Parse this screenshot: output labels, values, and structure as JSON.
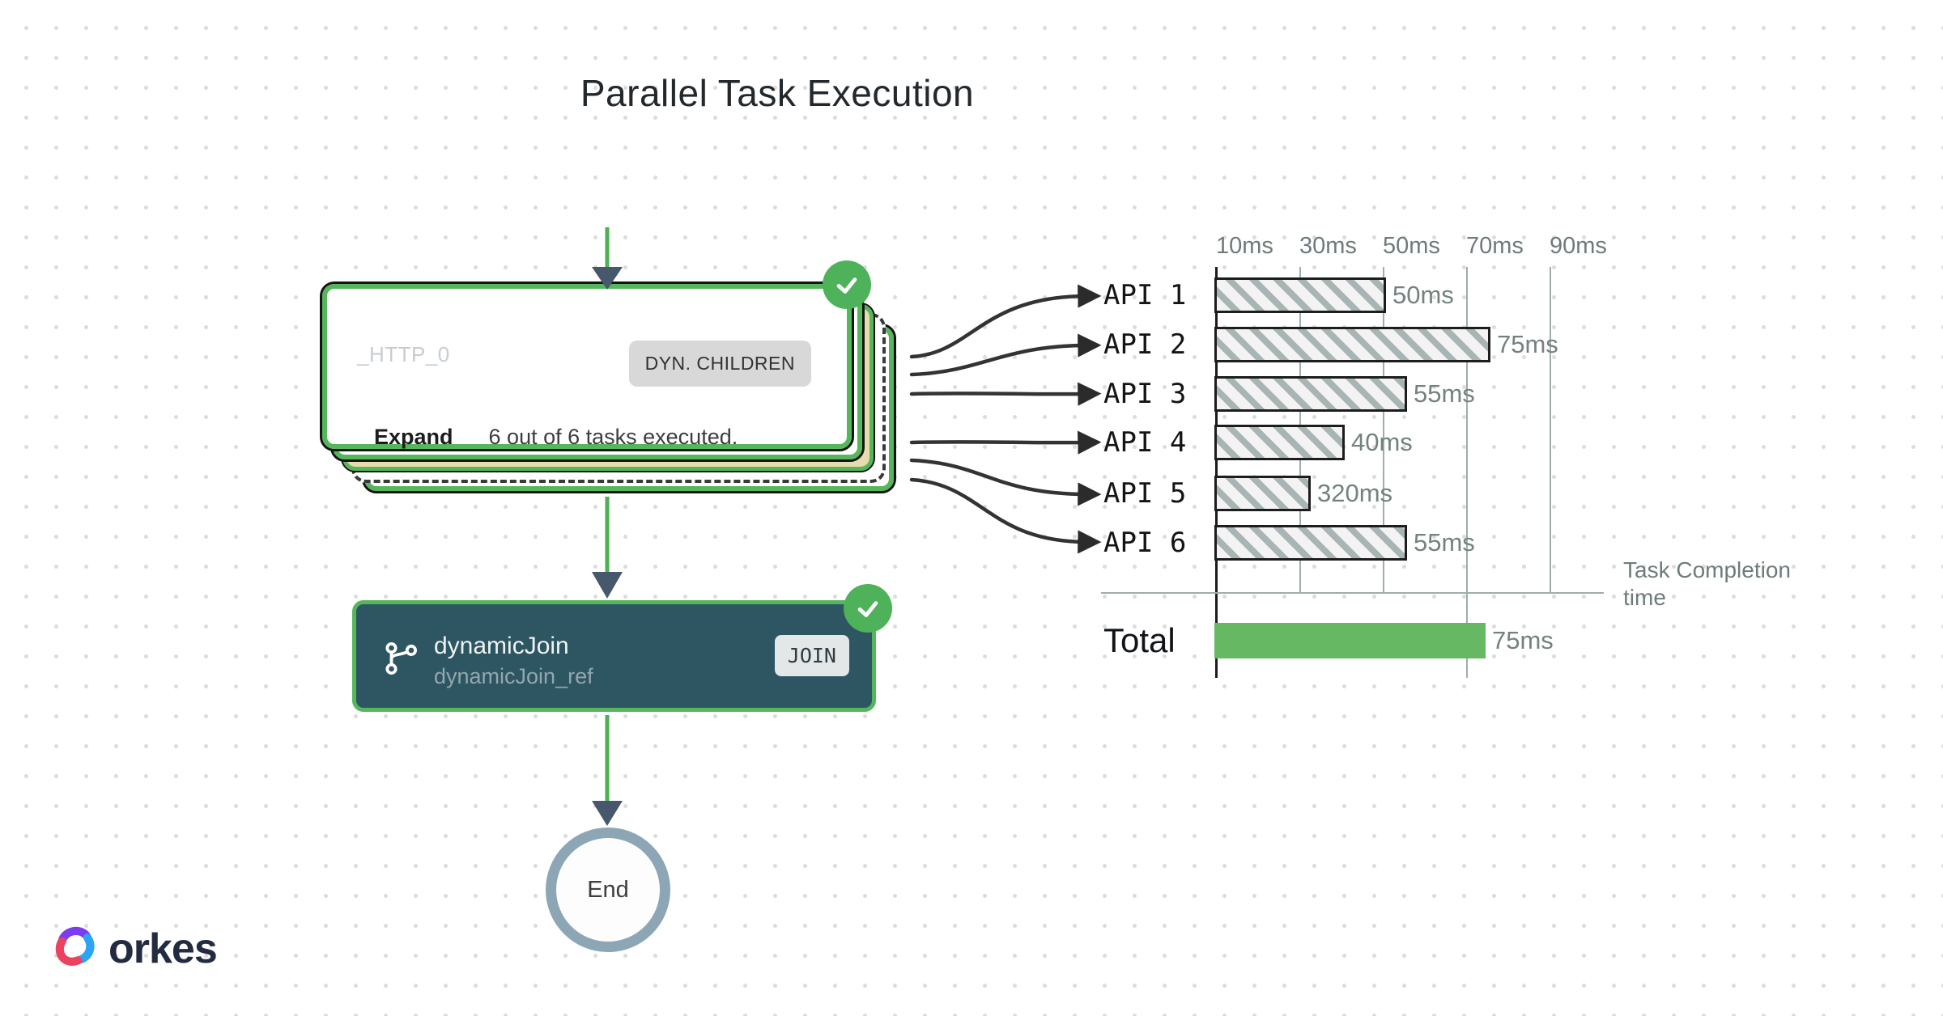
{
  "title": "Parallel Task Execution",
  "workflow": {
    "fork_card": {
      "task_name": "_HTTP_0",
      "type_badge": "DYN. CHILDREN",
      "expand_label": "Expand",
      "status_text": "6 out of 6 tasks executed."
    },
    "join_node": {
      "name": "dynamicJoin",
      "ref": "dynamicJoin_ref",
      "type_badge": "JOIN"
    },
    "end_node": {
      "label": "End"
    }
  },
  "logo": {
    "text": "orkes"
  },
  "chart_data": {
    "type": "bar",
    "orientation": "horizontal",
    "x_ticks": [
      "10ms",
      "30ms",
      "50ms",
      "70ms",
      "90ms"
    ],
    "x_axis_start_ms": 10,
    "x_tick_step_ms": 20,
    "axis_label_line1": "Task Completion",
    "axis_label_line2": "time",
    "rows": [
      {
        "label": "API 1",
        "bar_ms": 50,
        "value_label": "50ms"
      },
      {
        "label": "API 2",
        "bar_ms": 75,
        "value_label": "75ms"
      },
      {
        "label": "API 3",
        "bar_ms": 55,
        "value_label": "55ms"
      },
      {
        "label": "API 4",
        "bar_ms": 40,
        "value_label": "40ms"
      },
      {
        "label": "API 5",
        "bar_ms": 32,
        "value_label": "320ms"
      },
      {
        "label": "API 6",
        "bar_ms": 55,
        "value_label": "55ms"
      }
    ],
    "total_row": {
      "label": "Total",
      "bar_ms": 75,
      "value_label": "75ms"
    },
    "legend": "none",
    "grid": "on",
    "colors": {
      "total_bar": "#66b863",
      "bar_fill": "#f3f3f3",
      "bar_hatch": "#a9b5b5",
      "bar_border": "#1d1d1d",
      "grid_line": "#9fadad",
      "accent_green": "#56b65b",
      "arrow_slate": "#47586d",
      "join_node_fill": "#2e5562",
      "stack_tan_layer": "#e6dcae"
    }
  }
}
